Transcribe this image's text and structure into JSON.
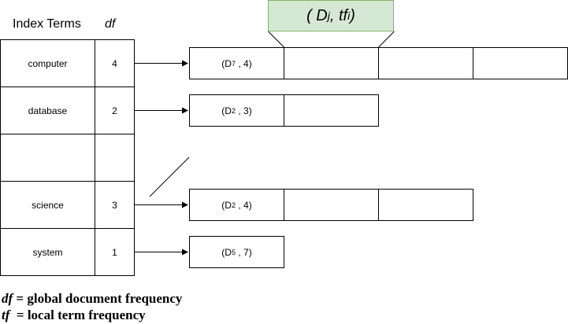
{
  "headers": {
    "terms": "Index Terms",
    "df": "df"
  },
  "index_rows": [
    {
      "term": "computer",
      "df": "4"
    },
    {
      "term": "database",
      "df": "2"
    },
    {
      "term": "",
      "df": ""
    },
    {
      "term": "science",
      "df": "3"
    },
    {
      "term": "system",
      "df": "1"
    }
  ],
  "posting_lists": [
    {
      "doc": "D",
      "doc_sub": "7",
      "tf": "4"
    },
    {
      "doc": "D",
      "doc_sub": "2",
      "tf": "3"
    },
    {
      "doc": "D",
      "doc_sub": "2",
      "tf": "4"
    },
    {
      "doc": "D",
      "doc_sub": "5",
      "tf": "7"
    }
  ],
  "callout": {
    "open": "( D",
    "doc_sub": "j",
    "sep": " , tf",
    "tf_sub": "i",
    "close": " )"
  },
  "legend": {
    "df_term": "df",
    "df_text": " = global document frequency",
    "tf_term": "tf",
    "tf_text": "  = local term frequency"
  },
  "colors": {
    "callout_fill": "#d5e8d4",
    "callout_stroke": "#82b366"
  }
}
